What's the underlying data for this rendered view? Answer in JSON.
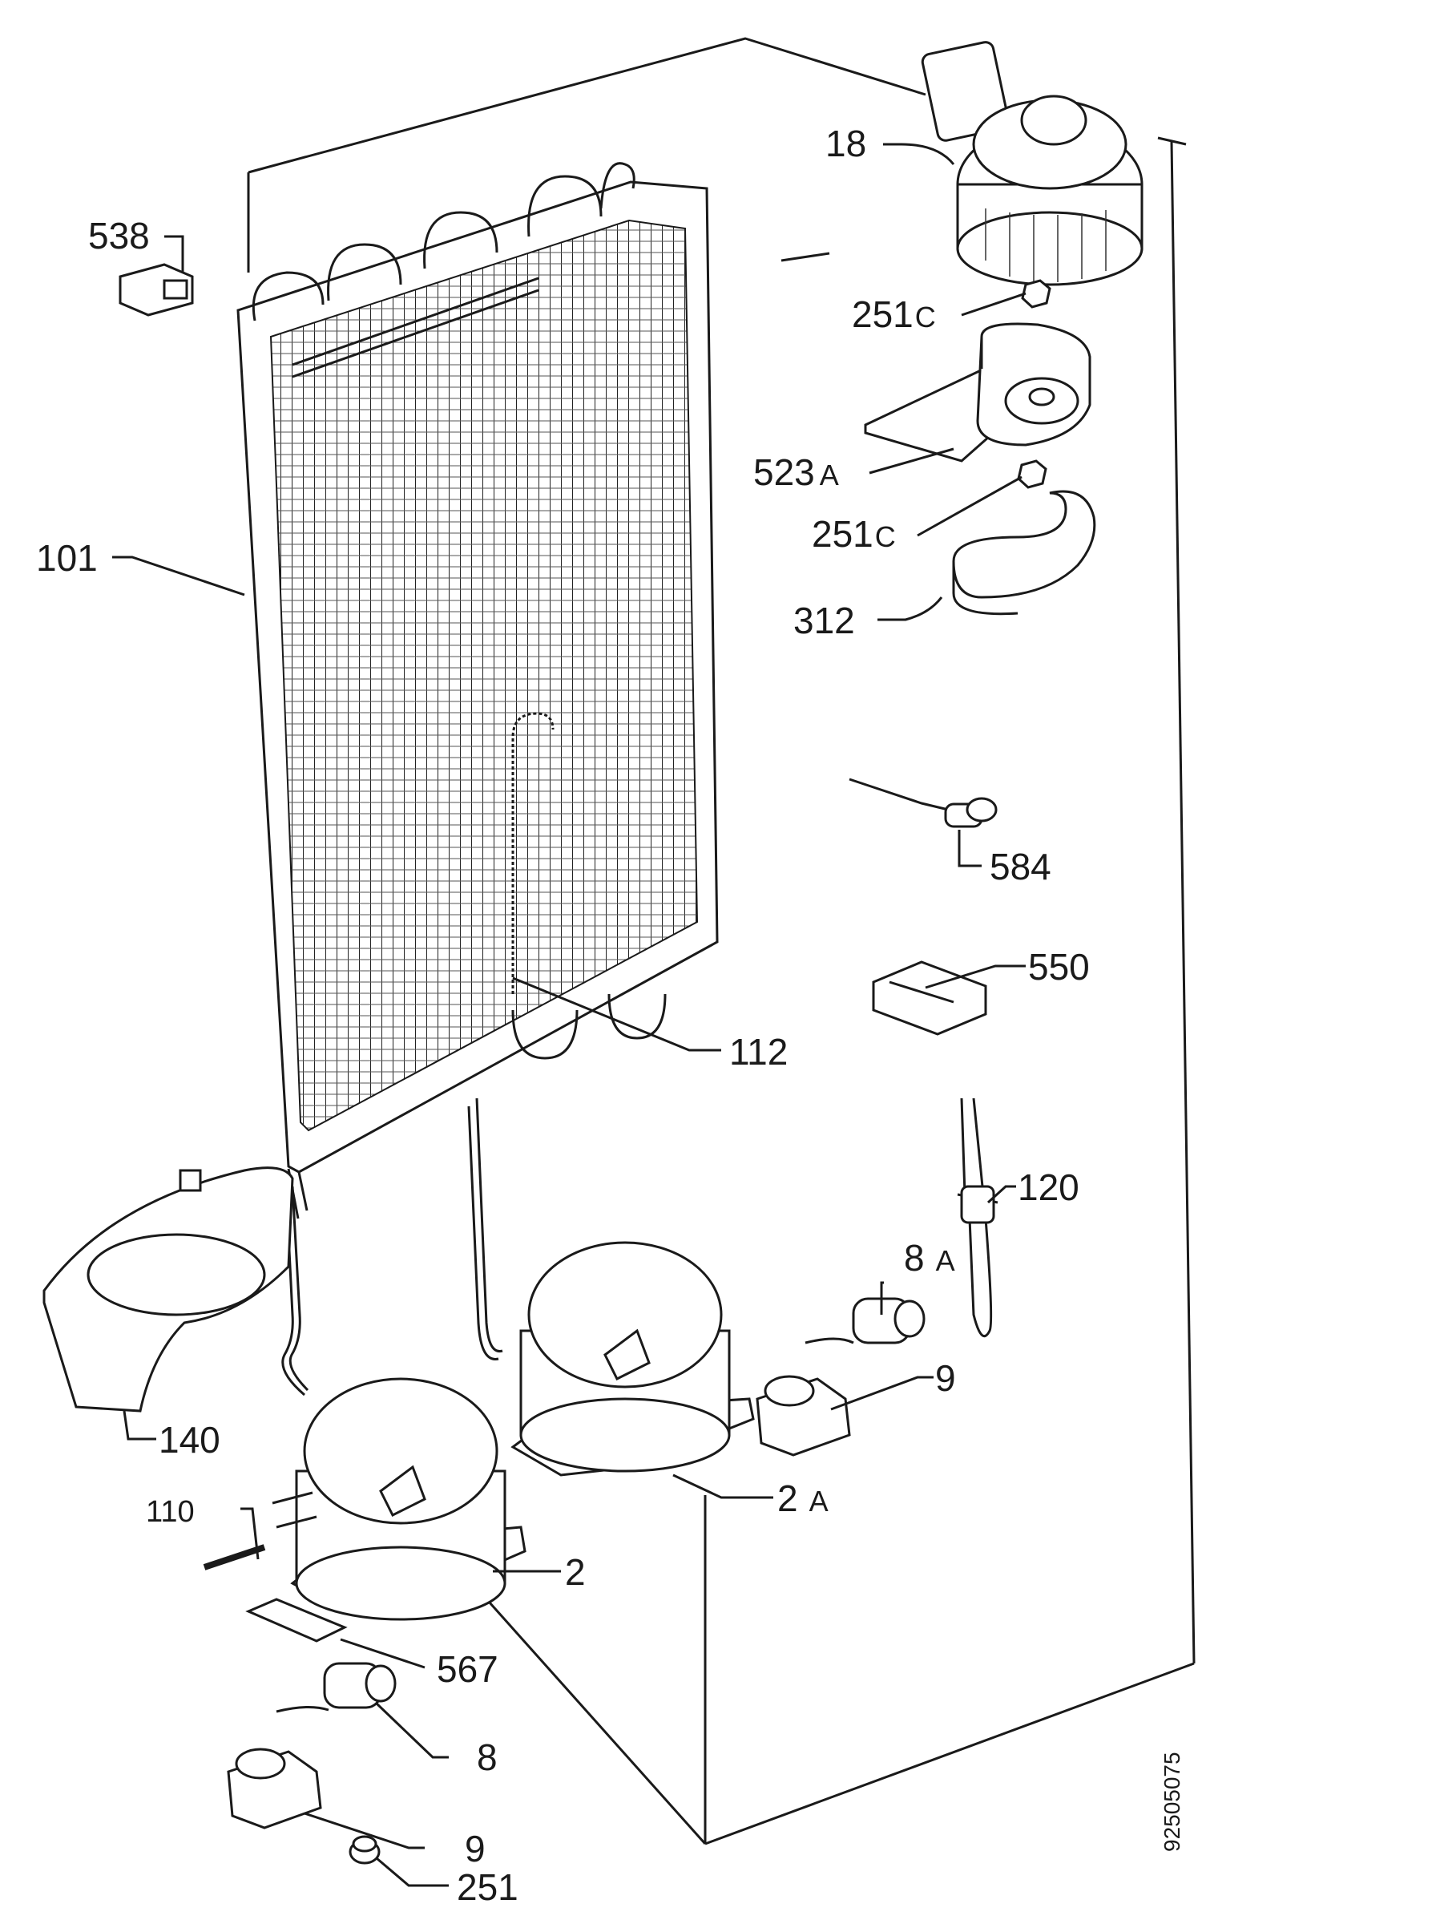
{
  "drawing_number": "92505075",
  "labels": [
    {
      "id": "18",
      "num": "18",
      "suffix": ""
    },
    {
      "id": "538",
      "num": "538",
      "suffix": ""
    },
    {
      "id": "251c-top",
      "num": "251",
      "suffix": "C"
    },
    {
      "id": "523a",
      "num": "523",
      "suffix": "A"
    },
    {
      "id": "251c-mid",
      "num": "251",
      "suffix": "C"
    },
    {
      "id": "101",
      "num": "101",
      "suffix": ""
    },
    {
      "id": "312",
      "num": "312",
      "suffix": ""
    },
    {
      "id": "584",
      "num": "584",
      "suffix": ""
    },
    {
      "id": "550",
      "num": "550",
      "suffix": ""
    },
    {
      "id": "112",
      "num": "112",
      "suffix": ""
    },
    {
      "id": "120",
      "num": "120",
      "suffix": ""
    },
    {
      "id": "8a",
      "num": "8",
      "suffix": "A"
    },
    {
      "id": "9-right",
      "num": "9",
      "suffix": ""
    },
    {
      "id": "140",
      "num": "140",
      "suffix": ""
    },
    {
      "id": "2a",
      "num": "2",
      "suffix": "A"
    },
    {
      "id": "110",
      "num": "110",
      "suffix": ""
    },
    {
      "id": "2",
      "num": "2",
      "suffix": ""
    },
    {
      "id": "567",
      "num": "567",
      "suffix": ""
    },
    {
      "id": "8",
      "num": "8",
      "suffix": ""
    },
    {
      "id": "9-bottom",
      "num": "9",
      "suffix": ""
    },
    {
      "id": "251",
      "num": "251",
      "suffix": ""
    }
  ]
}
